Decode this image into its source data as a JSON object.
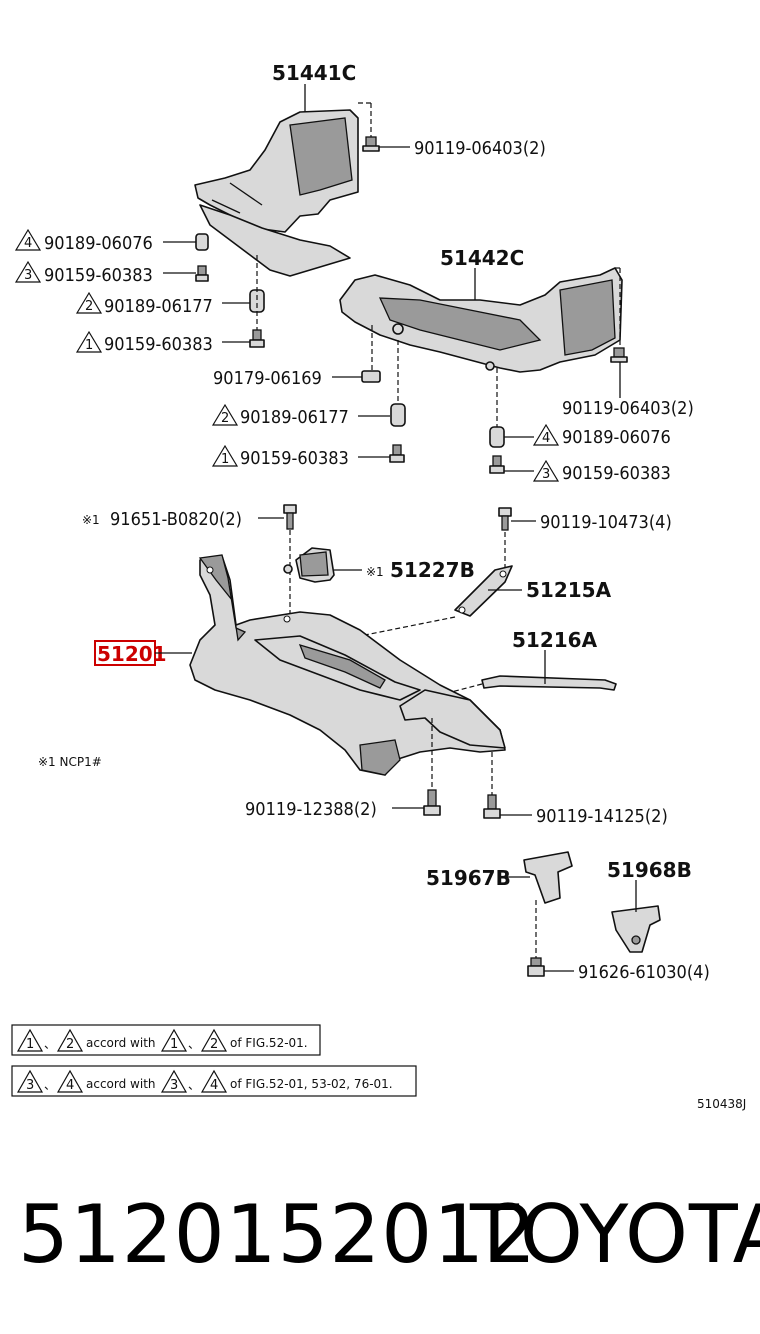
{
  "callouts": {
    "c51441C": "51441C",
    "c51442C": "51442C",
    "c51227B": "51227B",
    "c51215A": "51215A",
    "c51216A": "51216A",
    "c51201": "51201",
    "c51967B": "51967B",
    "c51968B": "51968B",
    "b_06403_top": "90119-06403(2)",
    "b_06076_l": "90189-06076",
    "b_60383_l3": "90159-60383",
    "b_06177_l": "90189-06177",
    "b_60383_l1": "90159-60383",
    "b_06169": "90179-06169",
    "b_06177_m": "90189-06177",
    "b_60383_m1": "90159-60383",
    "b_06403_r": "90119-06403(2)",
    "b_06076_r": "90189-06076",
    "b_60383_r3": "90159-60383",
    "b_b0820": "91651-B0820(2)",
    "b_10473": "90119-10473(4)",
    "b_12388": "90119-12388(2)",
    "b_14125": "90119-14125(2)",
    "b_61030": "91626-61030(4)"
  },
  "triangles": {
    "t1": "4",
    "t2": "3",
    "t3": "2",
    "t4": "1",
    "t5": "2",
    "t6": "1",
    "t7": "4",
    "t8": "3"
  },
  "marks": {
    "m1": "※1",
    "m2": "※1",
    "ncp": "※1 NCP1#"
  },
  "notes": {
    "n1_a": "1",
    "n1_b": "2",
    "n1_text": "accord with",
    "n1_c": "1",
    "n1_d": "2",
    "n1_tail": "of FIG.52-01.",
    "n2_a": "3",
    "n2_b": "4",
    "n2_text": "accord with",
    "n2_c": "3",
    "n2_d": "4",
    "n2_tail": "of FIG.52-01, 53-02, 76-01."
  },
  "figure_id": "510438J",
  "footer": {
    "part_number": "5120152012",
    "brand": "TOYOTA"
  },
  "colors": {
    "highlight": "#cc0000",
    "line": "#111111"
  }
}
